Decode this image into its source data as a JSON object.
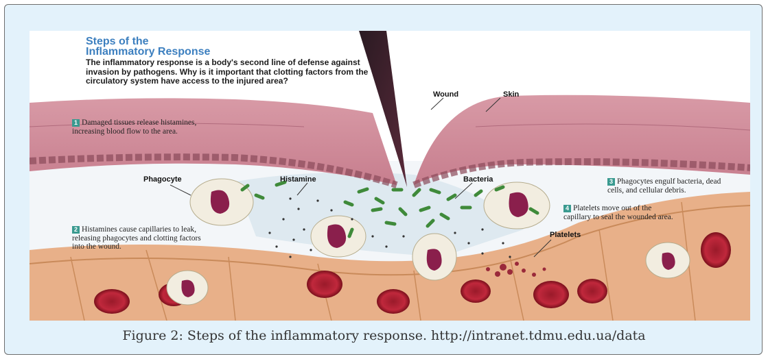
{
  "figure": {
    "title_line1": "Steps of the",
    "title_line2": "Inflammatory Response",
    "intro": "The inflammatory response is a body's second line of defense against invasion by pathogens. Why is it important that clotting factors from the circulatory system have access to the injured area?",
    "labels": {
      "wound": "Wound",
      "skin": "Skin",
      "phagocyte": "Phagocyte",
      "histamine": "Histamine",
      "bacteria": "Bacteria",
      "platelets": "Platelets"
    },
    "steps": [
      {
        "num": "1",
        "text": "Damaged tissues release histamines, increasing blood flow to the area."
      },
      {
        "num": "2",
        "text": "Histamines cause capillaries to leak, releasing phagocytes and clotting factors into the wound."
      },
      {
        "num": "3",
        "text": "Phagocytes engulf bacteria, dead cells, and cellular debris."
      },
      {
        "num": "4",
        "text": "Platelets move out of the capillary to seal the wounded area."
      }
    ]
  },
  "caption": "Figure 2: Steps of the inflammatory response. http://intranet.tdmu.edu.ua/data"
}
